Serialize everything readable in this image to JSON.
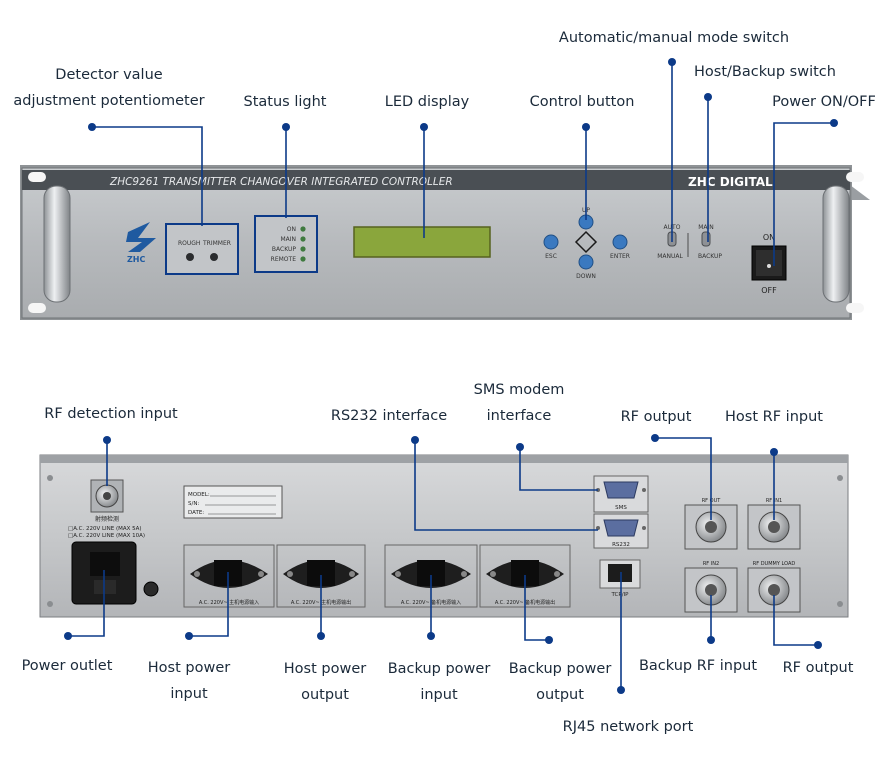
{
  "front": {
    "model_title": "ZHC9261  TRANSMITTER CHANGOVER INTEGRATED CONTROLLER",
    "brand": "ZHC DIGITAL",
    "logo_text": "ZHC",
    "pot_labels": [
      "ROUGH",
      "TRIMMER"
    ],
    "status_lights": [
      "ON",
      "MAIN",
      "BACKUP",
      "REMOTE"
    ],
    "buttons": {
      "up": "UP",
      "down": "DOWN",
      "esc": "ESC",
      "enter": "ENTER"
    },
    "switch1": {
      "top": "AUTO",
      "bottom": "MANUAL"
    },
    "switch2": {
      "top": "MAIN",
      "bottom": "BACKUP"
    },
    "power": {
      "on": "ON",
      "off": "OFF"
    }
  },
  "back": {
    "nameplate": [
      "MODEL:",
      "S/N:",
      "DATE:"
    ],
    "rf_detect_label": "射频检测",
    "mains_notes": [
      "□A.C. 220V LINE (MAX 5A)",
      "□A.C. 220V LINE (MAX 10A)"
    ],
    "ac_labels": [
      "A.C. 220V~ 主机电源输入",
      "A.C. 220V~ 主机电源输出",
      "A.C. 220V~ 备机电源输入",
      "A.C. 220V~ 备机电源输出"
    ],
    "port_labels": {
      "sms": "SMS",
      "rs232": "RS232",
      "rj45": "TCP/IP"
    },
    "rf_labels": [
      "RF OUT",
      "RF IN1",
      "RF IN2",
      "RF DUMMY LOAD"
    ]
  },
  "callouts": {
    "auto_manual": "Automatic/manual mode switch",
    "detector_1": "Detector value",
    "detector_2": "adjustment potentiometer",
    "status_light": "Status light",
    "led_display": "LED display",
    "control_button": "Control button",
    "host_backup": "Host/Backup switch",
    "power_onoff": "Power ON/OFF",
    "rf_detection": "RF detection input",
    "rs232": "RS232 interface",
    "sms_1": "SMS modem",
    "sms_2": "interface",
    "rf_output_top": "RF output",
    "host_rf_input": "Host RF input",
    "power_outlet": "Power outlet",
    "host_power_input_1": "Host power",
    "host_power_input_2": "input",
    "host_power_output_1": "Host power",
    "host_power_output_2": "output",
    "backup_power_input_1": "Backup power",
    "backup_power_input_2": "input",
    "backup_power_output_1": "Backup power",
    "backup_power_output_2": "output",
    "backup_rf_input": "Backup RF input",
    "rf_output_bottom": "RF output",
    "rj45": "RJ45 network port"
  }
}
